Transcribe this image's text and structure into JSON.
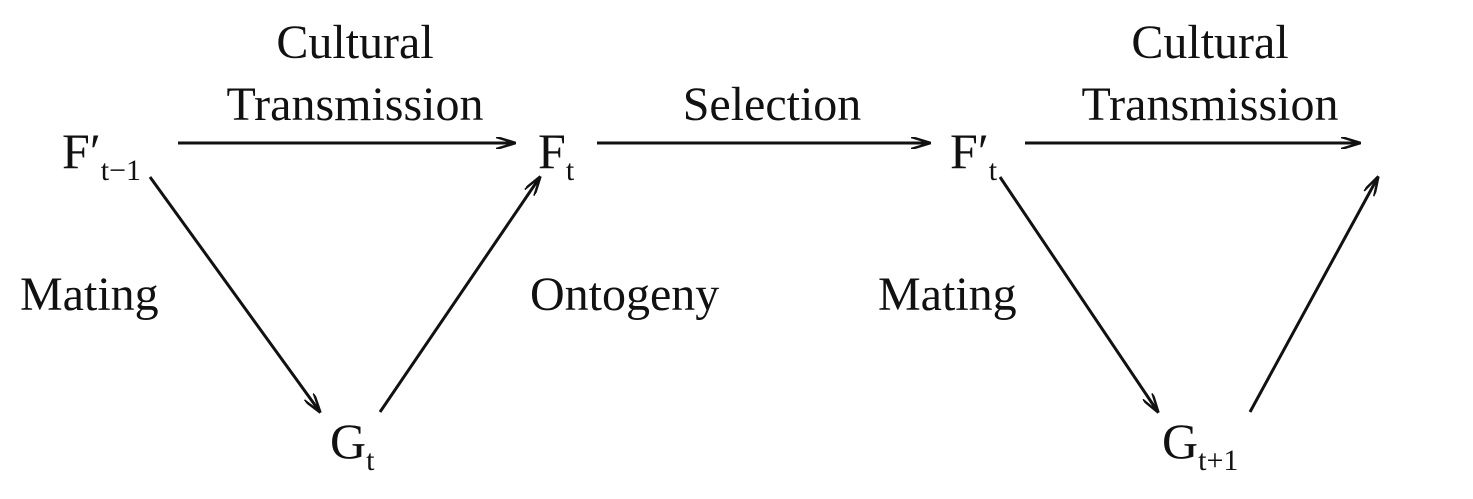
{
  "nodes": {
    "f_prev": {
      "base": "F",
      "prime": "′",
      "sub": "t−1"
    },
    "f_t": {
      "base": "F",
      "prime": "",
      "sub": "t"
    },
    "f_t_prime": {
      "base": "F",
      "prime": "′",
      "sub": "t"
    },
    "g_t": {
      "base": "G",
      "prime": "",
      "sub": "t"
    },
    "g_next": {
      "base": "G",
      "prime": "",
      "sub": "t+1"
    }
  },
  "labels": {
    "cultural_1_line1": "Cultural",
    "cultural_1_line2": "Transmission",
    "selection": "Selection",
    "cultural_2_line1": "Cultural",
    "cultural_2_line2": "Transmission",
    "mating_1": "Mating",
    "ontogeny": "Ontogeny",
    "mating_2": "Mating"
  }
}
